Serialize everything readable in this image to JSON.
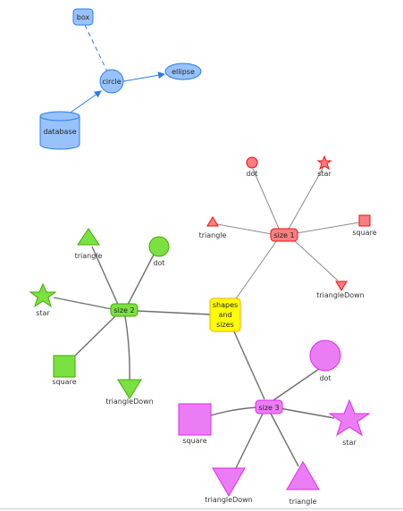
{
  "colors": {
    "blue_fill": "#97c2fc",
    "blue_stroke": "#2b7ce9",
    "red_fill": "#fb7e81",
    "red_stroke": "#fa0a10",
    "green_fill": "#7be141",
    "green_stroke": "#41a906",
    "pink_fill": "#eb7df4",
    "pink_stroke": "#e129f0",
    "yellow_fill": "#ffff00",
    "yellow_stroke": "#ffa500"
  },
  "nodes": {
    "box": "box",
    "circle": "circle",
    "ellipse": "ellipse",
    "database": "database",
    "shapes_and_sizes": [
      "shapes",
      "and",
      "sizes"
    ],
    "size1": "size 1",
    "size2": "size 2",
    "size3": "size 3",
    "dot": "dot",
    "star": "star",
    "triangle": "triangle",
    "square": "square",
    "triangleDown": "triangleDown"
  }
}
